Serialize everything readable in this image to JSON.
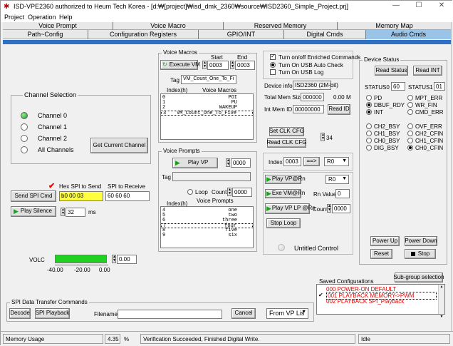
{
  "window": {
    "title": "ISD-VPE2360 authorized to Heum Tech Korea - [d:₩[project]₩isd_dmk_2360₩source₩ISD2360_Simple_Project.prj]"
  },
  "menu": [
    "Project",
    "Operation",
    "Help"
  ],
  "tabs_row1": [
    "Voice Prompt",
    "Voice Macro",
    "Reserved Memory",
    "Memory Map"
  ],
  "tabs_row2": [
    "Path~Config",
    "Configuration Registers",
    "GPIO/INT",
    "Digital Cmds",
    "Audio Cmds"
  ],
  "channel_selection": {
    "title": "Channel Selection",
    "options": [
      "Channel 0",
      "Channel 1",
      "Channel 2",
      "All Channels"
    ],
    "selected": "Channel 0",
    "get_button": "Get Current Channel"
  },
  "spi": {
    "send_button": "Send SPI Cmd",
    "hex_label": "Hex SPI to Send",
    "hex_value": "b0 00 03",
    "receive_label": "SPI to Receive",
    "receive_value": "60 60 60",
    "silence_button": "Play Silence",
    "silence_value": "32",
    "silence_unit": "ms"
  },
  "volc": {
    "label": "VOLC",
    "value": "0.00",
    "ticks": [
      "-40.00",
      "-20.00",
      "0.00"
    ],
    "level_fraction": 1.0
  },
  "voice_macros": {
    "title": "Voice Macros",
    "execute_button": "Execute VM",
    "start_label": "Start",
    "end_label": "End",
    "start_value": "0003",
    "end_value": "0003",
    "tag_label": "Tag",
    "tag_value": "VM_Count_One_To_Fi",
    "col_index": "Index(h)",
    "col_name": "Voice Macros",
    "rows": [
      {
        "i": "0",
        "n": "POI"
      },
      {
        "i": "1",
        "n": "PU"
      },
      {
        "i": "2",
        "n": "WAKEUP"
      },
      {
        "i": "3",
        "n": "VM_Count_One_To_Five"
      }
    ]
  },
  "voice_prompts": {
    "title": "Voice Prompts",
    "play_button": "Play VP",
    "value": "0000",
    "tag_label": "Tag",
    "loop_label": "Loop",
    "count_label": "Count",
    "count_value": "0000",
    "col_index": "Index(h)",
    "col_name": "Voice Prompts",
    "rows": [
      {
        "i": "4",
        "n": "one"
      },
      {
        "i": "5",
        "n": "two"
      },
      {
        "i": "6",
        "n": "three"
      },
      {
        "i": "7",
        "n": "four"
      },
      {
        "i": "8",
        "n": "five"
      },
      {
        "i": "9",
        "n": "six"
      }
    ]
  },
  "options": {
    "enriched": "Turn on/off Enriched Commands",
    "usb_auto": "Turn On USB Auto Check",
    "usb_log": "Turn On USB Log"
  },
  "device": {
    "info_label": "Device info",
    "info_value": "ISD2360 (2M-bit)",
    "mem_label": "Total Mem Size",
    "mem_value": "000000",
    "mem_m": "0.00",
    "mem_unit": "M",
    "id_label": "Int Mem ID",
    "id_value": "00000000",
    "read_id": "Read ID",
    "set_clk": "Set CLK CFG",
    "read_clk": "Read CLK CFG",
    "clk_value": "34"
  },
  "index_box": {
    "label": "Index",
    "value": "0003",
    "arrow": "==>",
    "reg": "R0"
  },
  "play_rn": {
    "play_vp": "Play VP@Rn",
    "reg1": "R0",
    "exe_vm": "Exe VM@Rn",
    "rn_value_label": "Rn Value",
    "rn_value": "0",
    "play_vp_lp": "Play VP LP @Rn",
    "count_label": "Count",
    "count_value": "0000",
    "stop_loop": "Stop Loop",
    "untitled": "Untitled Control"
  },
  "device_status": {
    "title": "Device Status",
    "read_status": "Read Status",
    "read_int": "Read INT",
    "status0_label": "STATUS0",
    "status0_value": "60",
    "status1_label": "STATUS1",
    "status1_value": "01",
    "left_flags": [
      "PD",
      "DBUF_RDY",
      "INT",
      "CH2_BSY",
      "CH1_BSY",
      "CH0_BSY",
      "DIG_BSY"
    ],
    "left_on": [
      "DBUF_RDY",
      "INT"
    ],
    "right_flags": [
      "MPT_ERR",
      "WR_FIN",
      "CMD_ERR",
      "OVF_ERR",
      "CH2_CFIN",
      "CH1_CFIN",
      "CH0_CFIN"
    ],
    "right_on": [
      "CH0_CFIN"
    ],
    "power_up": "Power Up",
    "power_down": "Power Down",
    "reset": "Reset",
    "stop": "Stop"
  },
  "saved": {
    "title": "Saved  Configurations",
    "sub_group": "Sub-group selection",
    "items": [
      "000 POWER-ON DEFAULT",
      "001 PLAYBACK MEMORY->PWM",
      "002 PLAYBACK SPI_Playback"
    ]
  },
  "transfer": {
    "title": "SPI Data Transfer Commands",
    "decode": "Decode",
    "spi_playback": "SPI Playback",
    "filename_label": "Filename",
    "cancel": "Cancel",
    "from": "From VP Lis"
  },
  "status": {
    "mem_usage": "Memory Usage",
    "pct": "4.35",
    "pct_unit": "%",
    "message": "Verification Succeeded, Finished Digital Write.",
    "idle": "Idle"
  }
}
